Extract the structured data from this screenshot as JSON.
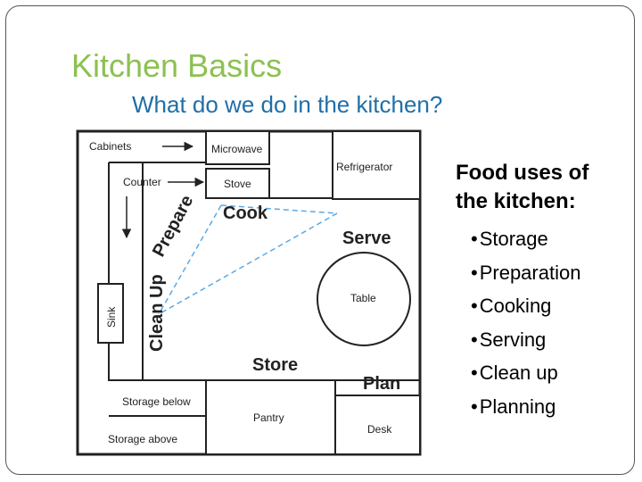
{
  "slide": {
    "title": "Kitchen Basics",
    "subtitle": "What do we do in the kitchen?",
    "accent_color": "#8cc152",
    "subtitle_color": "#1f6fa8"
  },
  "diagram": {
    "labels": {
      "cabinets": "Cabinets",
      "microwave": "Microwave",
      "refrigerator": "Refrigerator",
      "counter": "Counter",
      "stove": "Stove",
      "cook": "Cook",
      "prepare": "Prepare",
      "serve": "Serve",
      "sink": "Sink",
      "clean_up": "Clean Up",
      "table": "Table",
      "store": "Store",
      "storage_below": "Storage below",
      "plan": "Plan",
      "pantry": "Pantry",
      "desk": "Desk",
      "storage_above": "Storage above"
    },
    "triangle_color": "#5aa9e6"
  },
  "uses": {
    "heading": "Food uses of\nthe kitchen:",
    "items": [
      "Storage",
      "Preparation",
      "Cooking",
      "Serving",
      "Clean up",
      "Planning"
    ]
  }
}
